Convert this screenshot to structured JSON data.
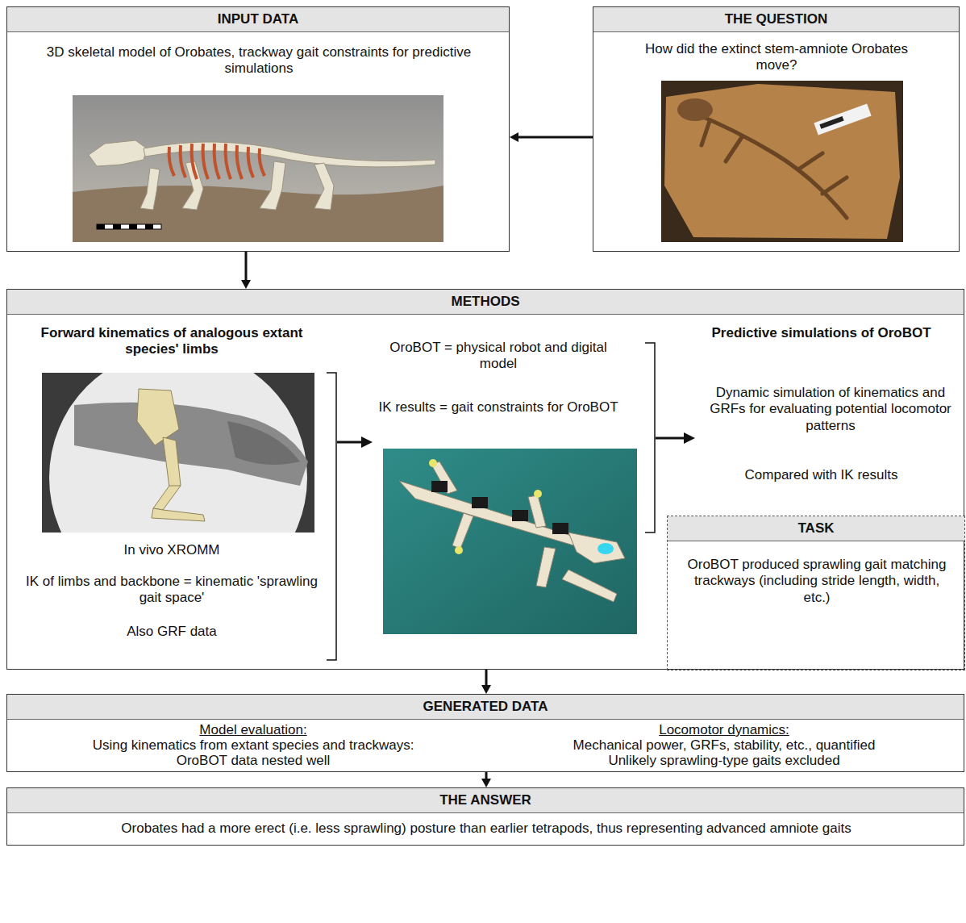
{
  "diagram": {
    "nodes": [
      {
        "text": [
          "INPUT DATA",
          "3D skeletal model of Orobates, trackway gait constraints for predictive simulations"
        ]
      },
      {
        "text": [
          "THE QUESTION",
          "How did the extinct stem-amniote Orobates move?"
        ]
      },
      {
        "text": [
          "METHODS",
          "Forward kinematics of analogous extant species' limbs",
          "In vivo XROMM",
          "IK of limbs and backbone = kinematic 'sprawling gait space'",
          "Also GRF data",
          "OroBOT = physical robot and digital model",
          "IK results = gait constraints for OroBOT",
          "Predictive simulations of OroBOT",
          "Dynamic simulation of kinematics and GRFs for evaluating potential locomotor patterns",
          "Compared with IK results"
        ]
      },
      {
        "text": [
          "TASK",
          "OroBOT produced sprawling gait matching trackways (including stride length, width, etc.)"
        ],
        "in": 2
      },
      {
        "text": [
          "GENERATED DATA",
          "Model evaluation:",
          "Using kinematics from extant species and trackways:",
          "OroBOT data nested well",
          "Locomotor dynamics:",
          "Mechanical power, GRFs, stability, etc., quantified",
          "Unlikely sprawling-type gaits excluded"
        ]
      },
      {
        "text": [
          "THE ANSWER",
          "Orobates had a more erect (i.e. less sprawling) posture than earlier tetrapods, thus representing advanced amniote gaits"
        ]
      }
    ],
    "edges": [
      {
        "from": 1,
        "to": 0,
        "arrow": "to"
      },
      {
        "from": 0,
        "to": 2,
        "arrow": "to"
      },
      {
        "from": 2,
        "to": 4,
        "arrow": "to"
      },
      {
        "from": 4,
        "to": 5,
        "arrow": "to"
      }
    ]
  }
}
